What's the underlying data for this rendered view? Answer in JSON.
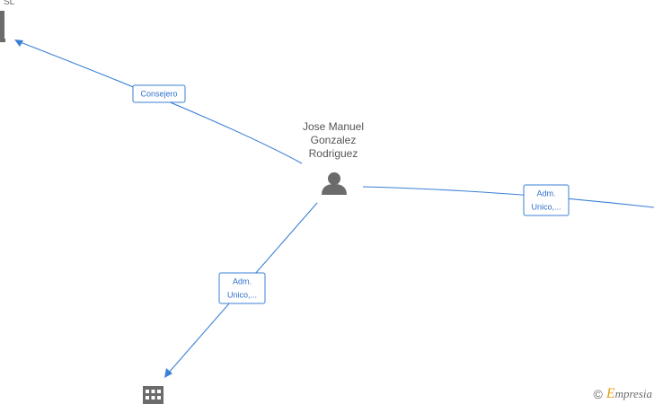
{
  "diagram": {
    "center_person": {
      "name_lines": [
        "Jose Manuel",
        "Gonzalez",
        "Rodriguez"
      ]
    },
    "top_left_company": {
      "label": "SL"
    },
    "edges": [
      {
        "label_lines": [
          "Consejero"
        ]
      },
      {
        "label_lines": [
          "Adm.",
          "Unico,..."
        ]
      },
      {
        "label_lines": [
          "Adm.",
          "Unico,..."
        ]
      }
    ]
  },
  "watermark": {
    "symbol": "©",
    "brand_initial": "E",
    "brand_rest": "mpresia"
  },
  "colors": {
    "edge": "#3b7fd6",
    "icon": "#6b6b6b",
    "brand_accent": "#e0a21a"
  }
}
